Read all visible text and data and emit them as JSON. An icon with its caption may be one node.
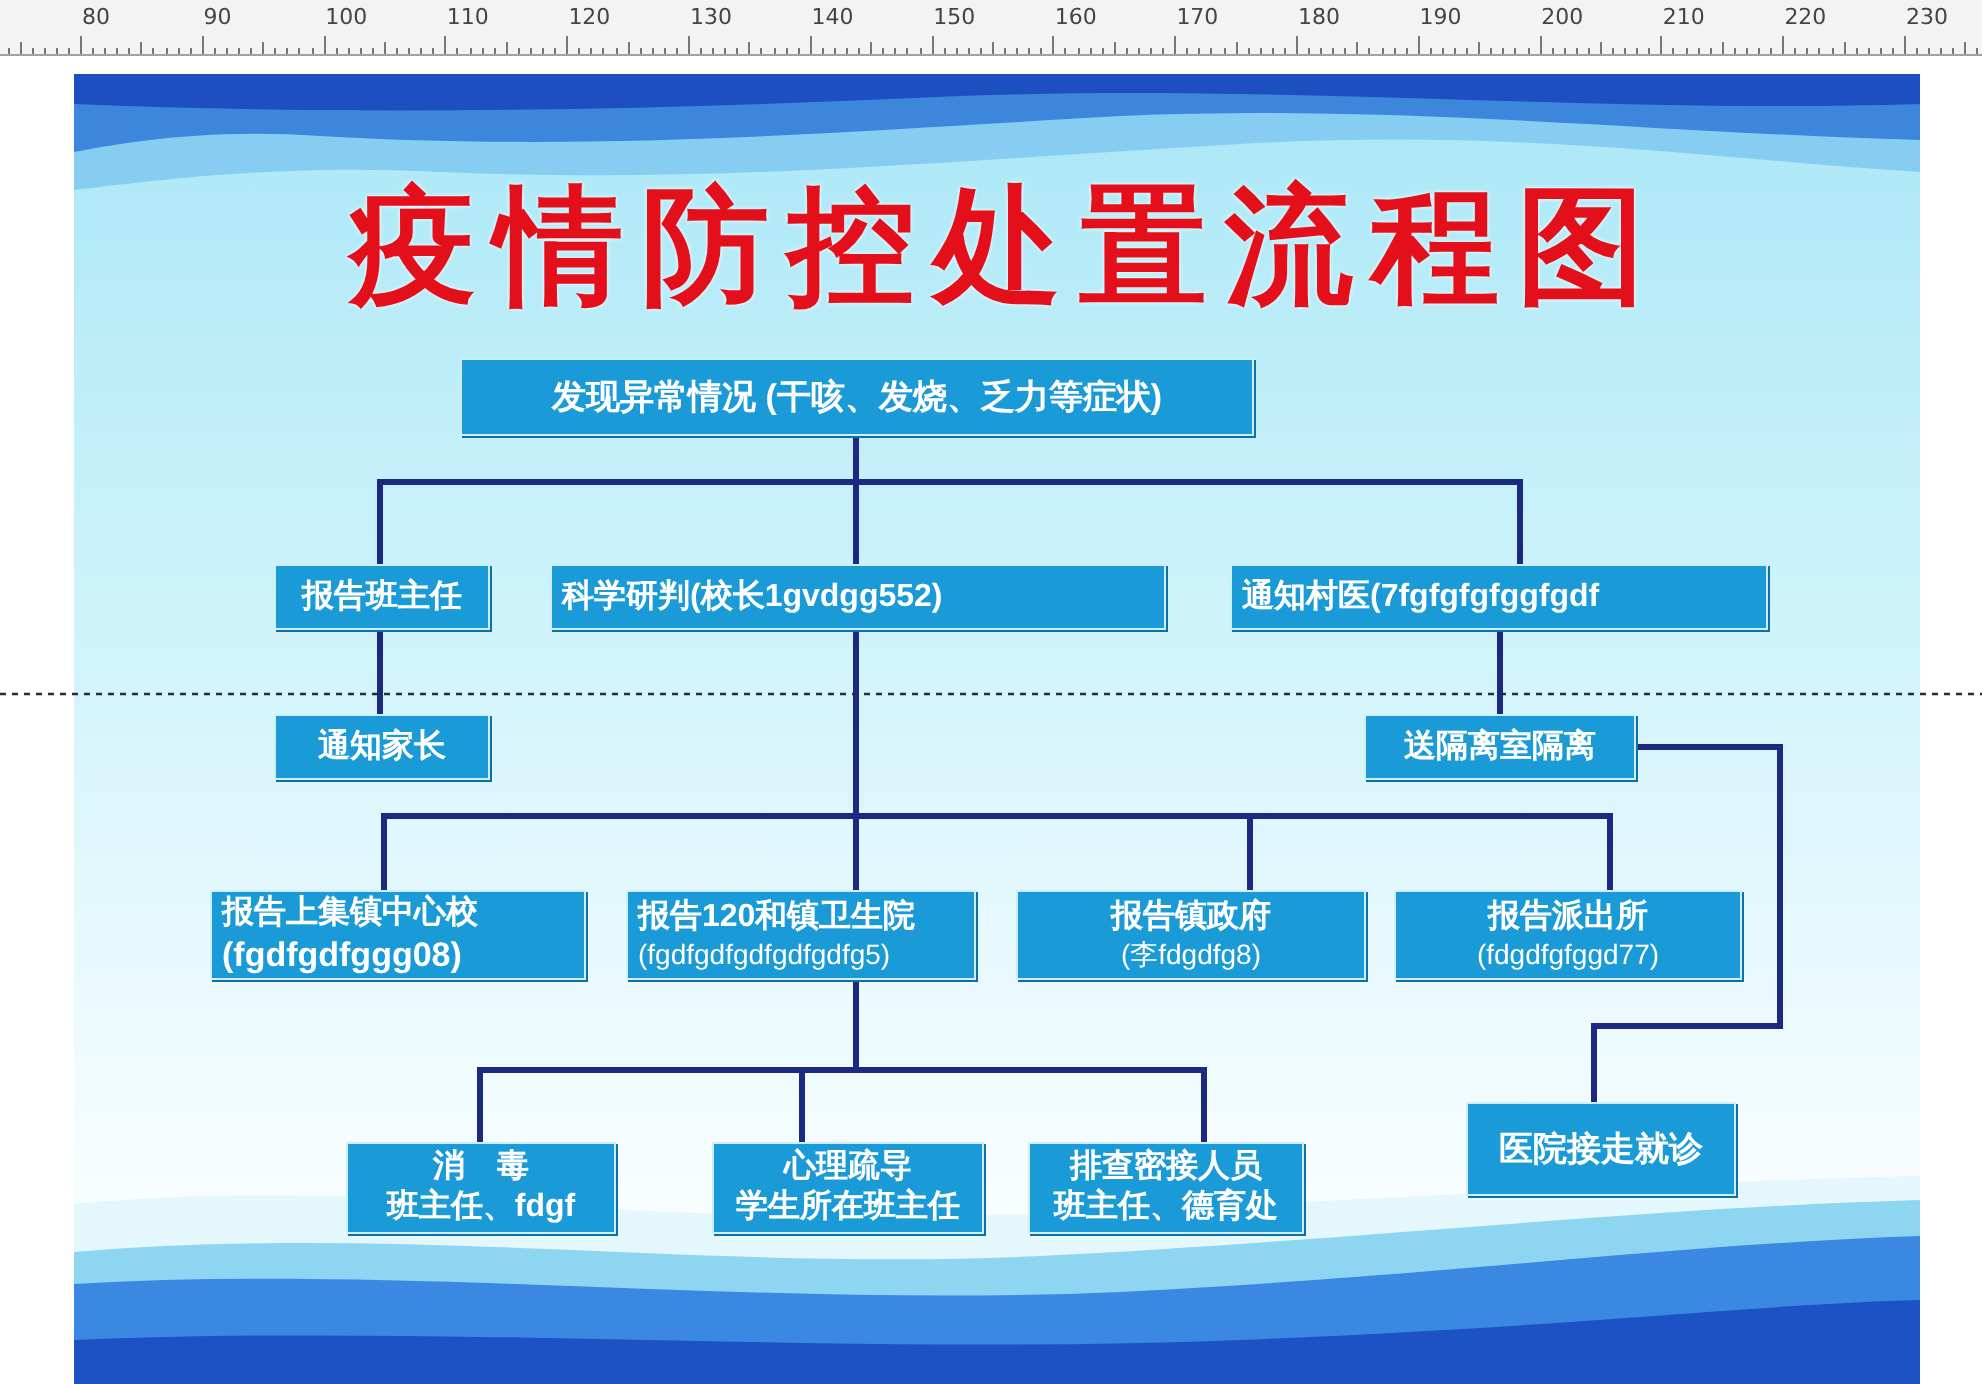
{
  "diagram": {
    "title": "疫情防控处置流程图",
    "nodes": [
      {
        "text": [
          "发现异常情况 (干咳、发烧、乏力等症状)"
        ]
      },
      {
        "text": [
          "报告班主任"
        ]
      },
      {
        "text": [
          "科学研判(校长1gvdgg552)"
        ]
      },
      {
        "text": [
          "通知村医(7fgfgfgfggfgdf"
        ]
      },
      {
        "text": [
          "通知家长"
        ]
      },
      {
        "text": [
          "送隔离室隔离"
        ]
      },
      {
        "text": [
          "报告上集镇中心校",
          "(fgdfgdfggg08)"
        ]
      },
      {
        "text": [
          "报告120和镇卫生院",
          "(fgdfgdfgdfgdfgdfg5)"
        ]
      },
      {
        "text": [
          "报告镇政府",
          "(李fdgdfg8)"
        ]
      },
      {
        "text": [
          "报告派出所",
          "(fdgdfgfggd77)"
        ]
      },
      {
        "text": [
          "消　毒",
          "班主任、fdgf"
        ]
      },
      {
        "text": [
          "心理疏导",
          "学生所在班主任"
        ]
      },
      {
        "text": [
          "排查密接人员",
          "班主任、德育处"
        ]
      },
      {
        "text": [
          "医院接走就诊"
        ]
      }
    ],
    "edges": [
      {
        "from": 0,
        "to": 1,
        "arrow": "none"
      },
      {
        "from": 0,
        "to": 2,
        "arrow": "none"
      },
      {
        "from": 0,
        "to": 3,
        "arrow": "none"
      },
      {
        "from": 1,
        "to": 4,
        "arrow": "none"
      },
      {
        "from": 3,
        "to": 5,
        "arrow": "none"
      },
      {
        "from": 2,
        "to": 6,
        "arrow": "none"
      },
      {
        "from": 2,
        "to": 7,
        "arrow": "none"
      },
      {
        "from": 2,
        "to": 8,
        "arrow": "none"
      },
      {
        "from": 2,
        "to": 9,
        "arrow": "none"
      },
      {
        "from": 5,
        "to": 13,
        "arrow": "none"
      },
      {
        "from": 7,
        "to": 10,
        "arrow": "none"
      },
      {
        "from": 7,
        "to": 11,
        "arrow": "none"
      },
      {
        "from": 7,
        "to": 12,
        "arrow": "none"
      }
    ],
    "labels": [
      "80",
      "90",
      "100",
      "110",
      "120",
      "130",
      "140",
      "150",
      "160",
      "170",
      "180",
      "190",
      "200",
      "210",
      "220",
      "230"
    ]
  }
}
